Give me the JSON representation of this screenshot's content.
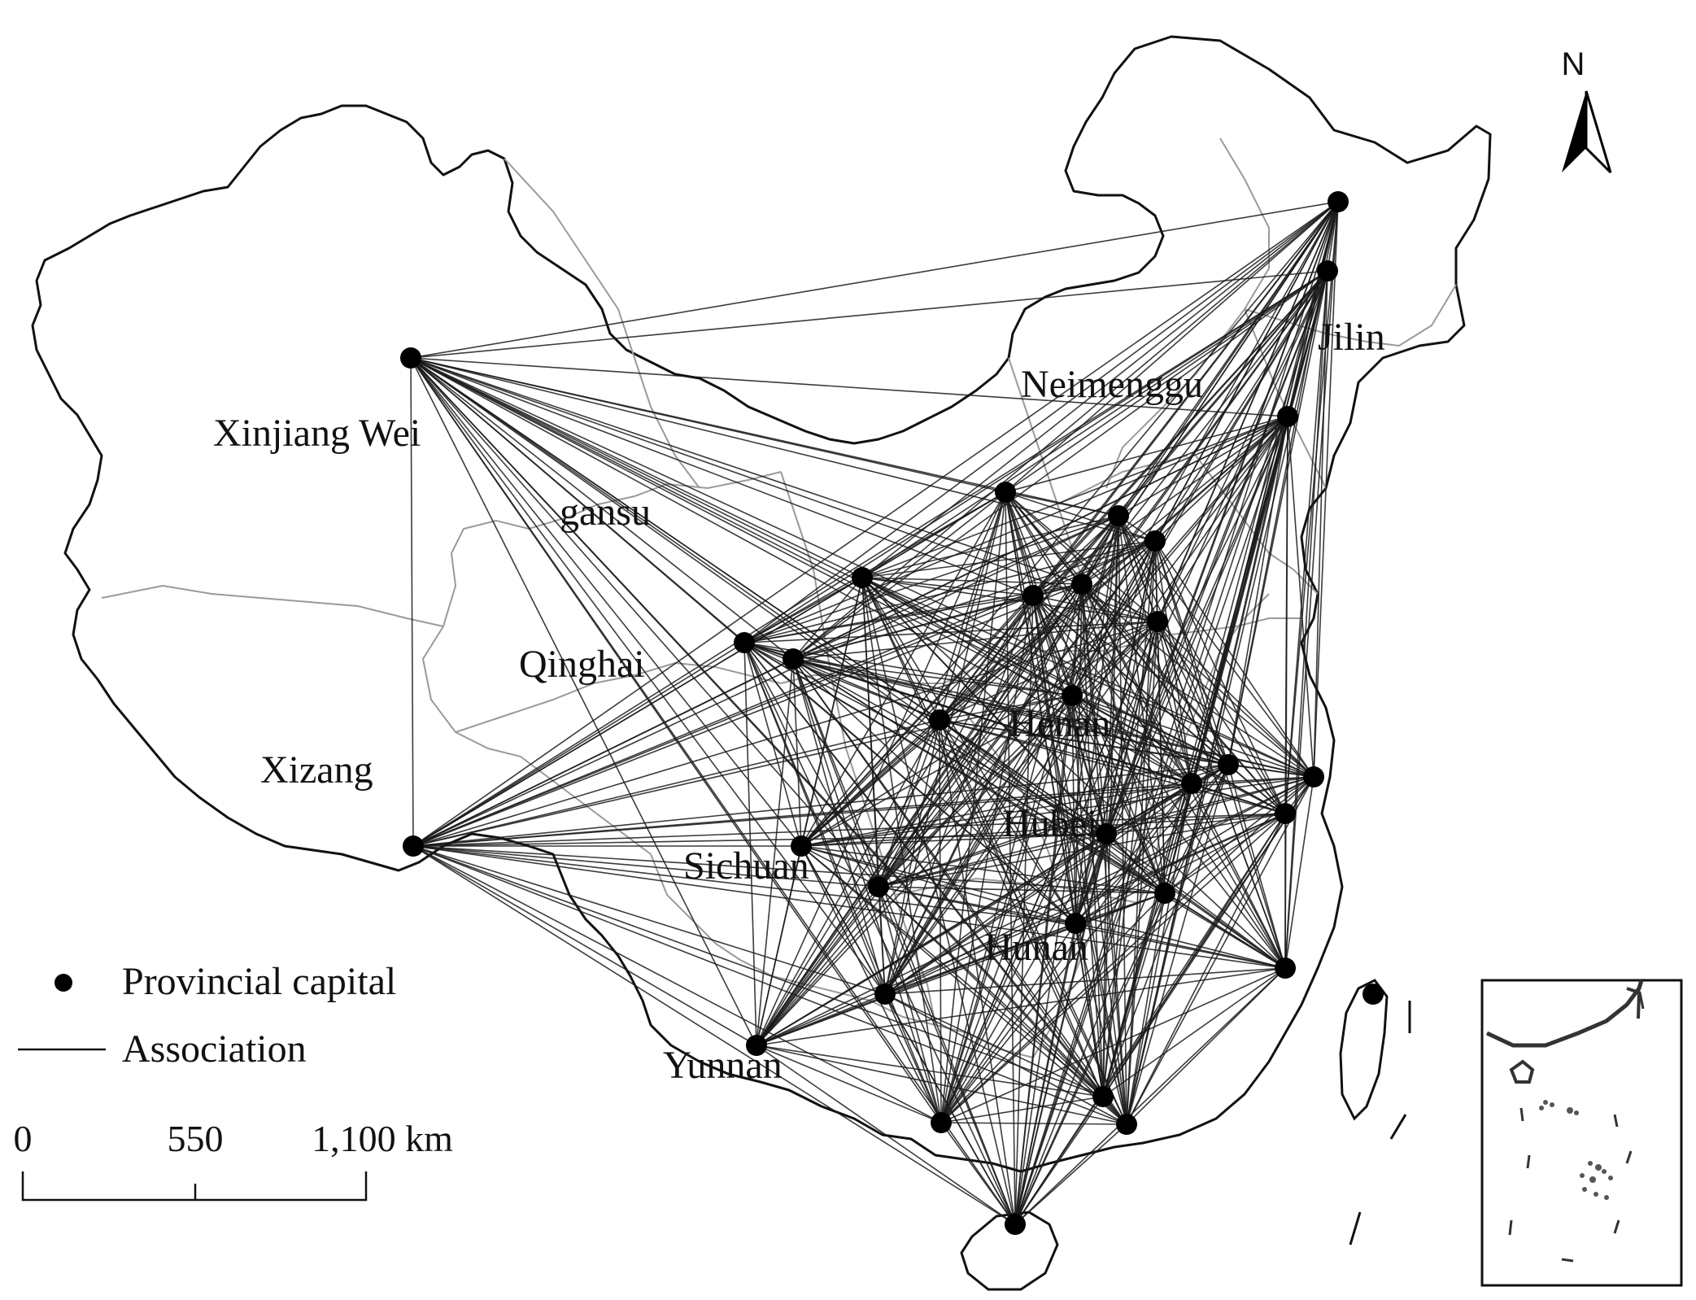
{
  "title": "",
  "colors": {
    "line": "#1a1a1a",
    "border": "#111111",
    "inner_border": "#9a9a9a",
    "point": "#000000",
    "background": "#ffffff"
  },
  "north_arrow": {
    "label": "N",
    "icon": "north-arrow-icon"
  },
  "legend": {
    "items": [
      {
        "symbol": "point",
        "label": "Provincial capital"
      },
      {
        "symbol": "line",
        "label": "Association"
      }
    ]
  },
  "scale_bar": {
    "ticks": [
      "0",
      "550",
      "1,100 km"
    ],
    "values_km": [
      0,
      550,
      1100
    ]
  },
  "province_labels": [
    "Xinjiang Wei",
    "gansu",
    "Qinghai",
    "Xizang",
    "Sichuan",
    "Yunnan",
    "Neimenggu",
    "Jilin",
    "Hunan",
    "Hubei",
    "Henan"
  ],
  "network": {
    "node_count": 32,
    "link_type": "complete network between provincial capitals"
  },
  "inset": {
    "name": "south-china-sea-inset"
  }
}
